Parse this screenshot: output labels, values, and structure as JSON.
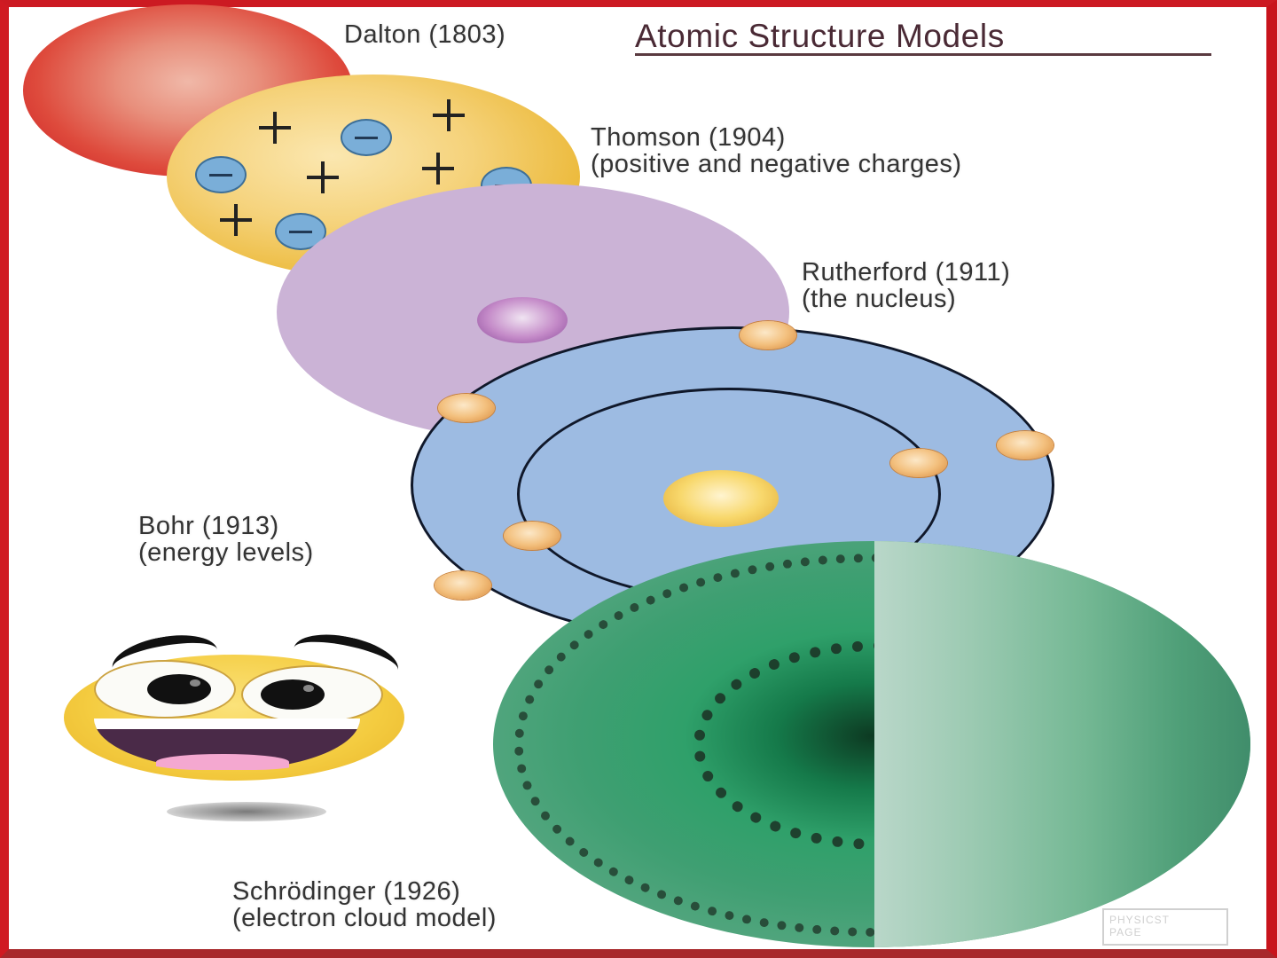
{
  "title": "Atomic Structure Models",
  "models": [
    {
      "name": "Dalton (1803)",
      "note": "",
      "color": "#de4a3c"
    },
    {
      "name": "Thomson (1904)",
      "note": "(positive and negative charges)",
      "color": "#eab52e"
    },
    {
      "name": "Rutherford (1911)",
      "note": "(the nucleus)",
      "color": "#cbb3d6"
    },
    {
      "name": "Bohr (1913)",
      "note": "(energy levels)",
      "color": "#9dbbe2"
    },
    {
      "name": "Schrödinger (1926)",
      "note": "(electron cloud model)",
      "color": "#3f9f72"
    }
  ],
  "thomson_charges": {
    "plus_symbol": "+",
    "minus_symbol": "−"
  },
  "decorations": {
    "emoji": "smiley-face-icon"
  },
  "watermark": {
    "line1": "PHYSICST",
    "line2": "PAGE"
  },
  "frame_color": "#d01a22"
}
